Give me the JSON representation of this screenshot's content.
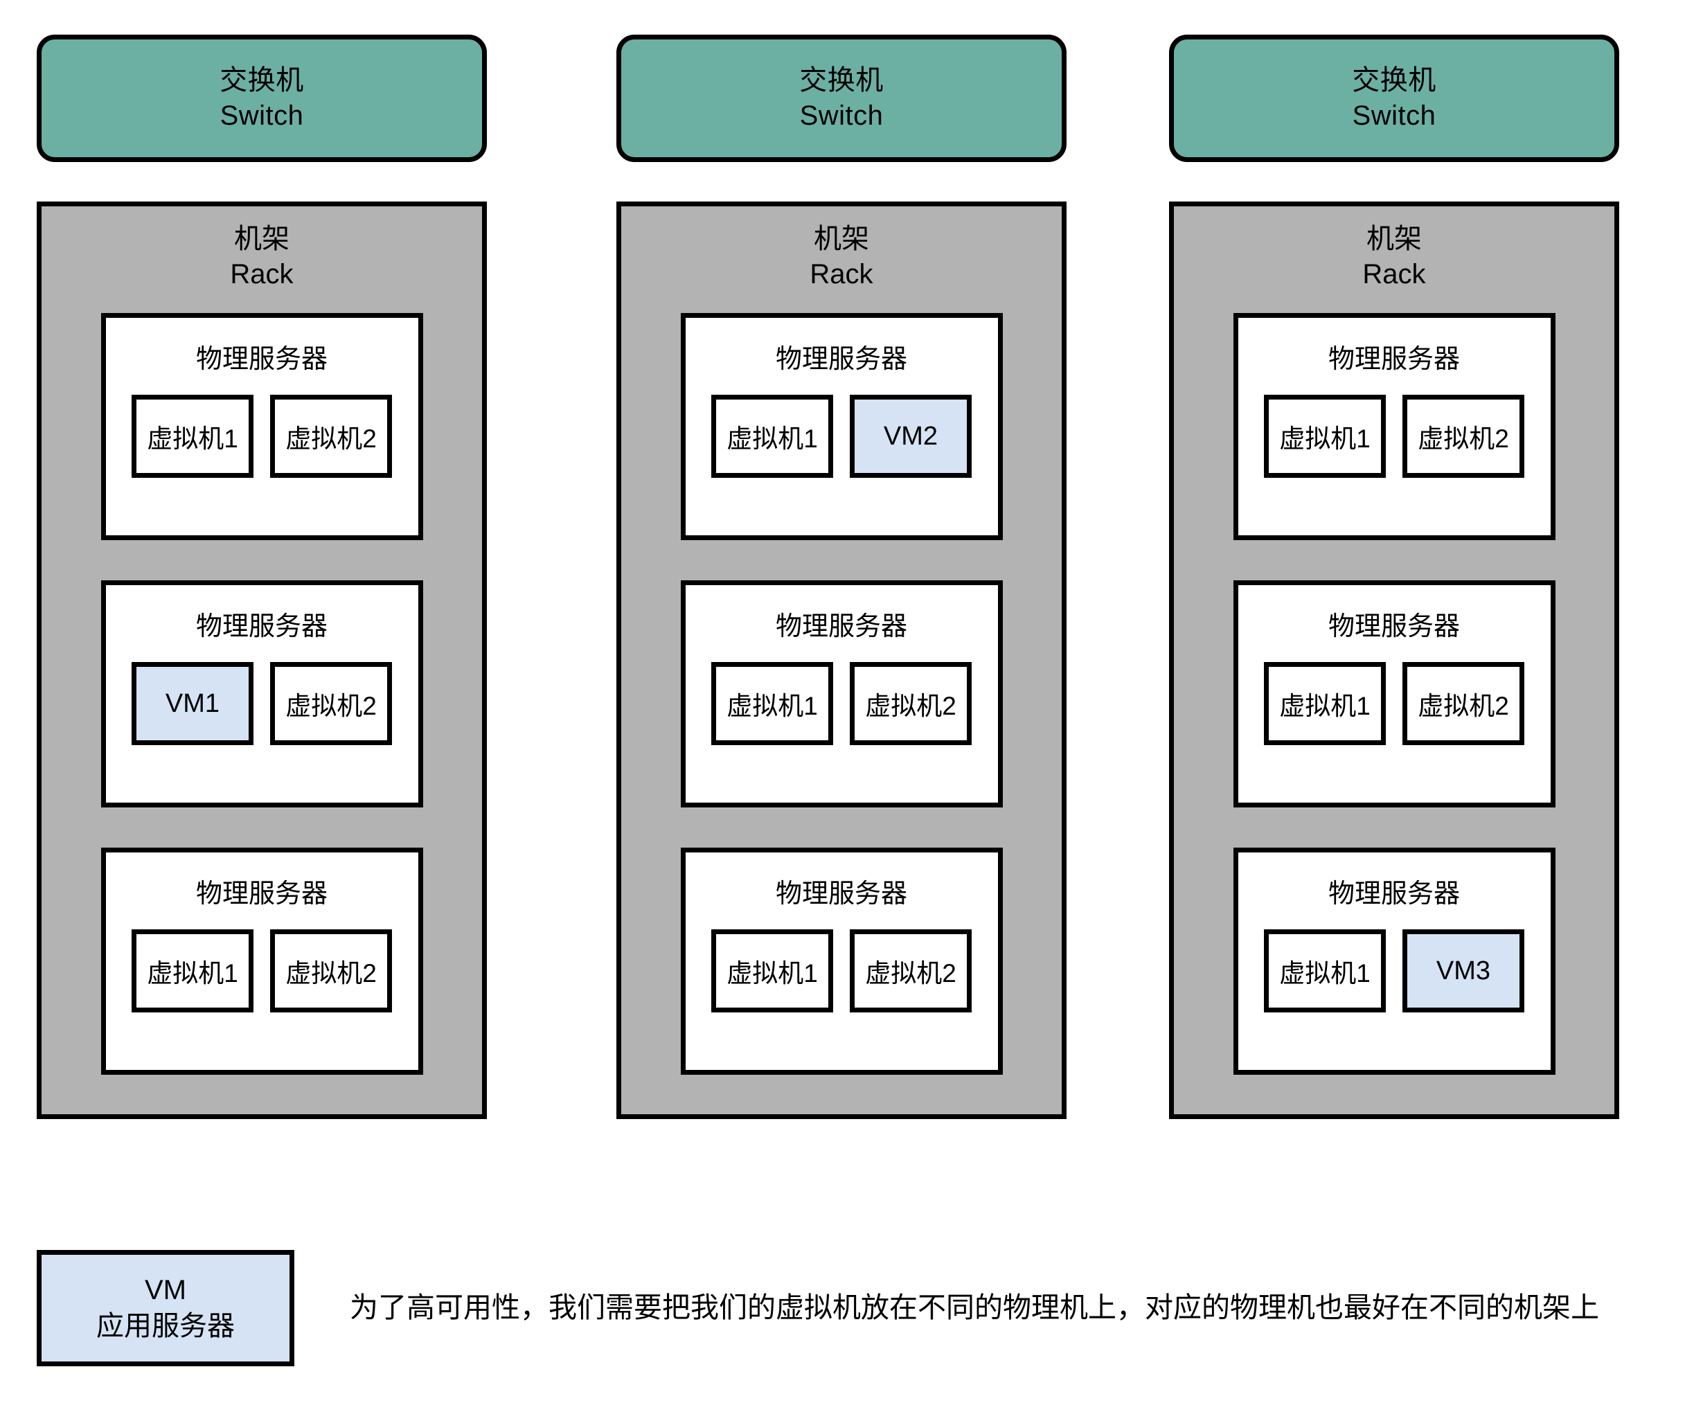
{
  "diagram": {
    "title_implicit": "",
    "colors": {
      "switch_fill": "#6cb0a4",
      "rack_fill": "#b3b3b3",
      "server_fill": "#ffffff",
      "vm_highlight_fill": "#d6e3f5",
      "stroke": "#000000",
      "background": "#ffffff"
    },
    "columns": [
      {
        "switch": {
          "line1": "交换机",
          "line2": "Switch"
        },
        "rack": {
          "line1": "机架",
          "line2": "Rack"
        },
        "servers": [
          {
            "title": "物理服务器",
            "vms": [
              {
                "label": "虚拟机1",
                "highlight": false
              },
              {
                "label": "虚拟机2",
                "highlight": false
              }
            ]
          },
          {
            "title": "物理服务器",
            "vms": [
              {
                "label": "VM1",
                "highlight": true
              },
              {
                "label": "虚拟机2",
                "highlight": false
              }
            ]
          },
          {
            "title": "物理服务器",
            "vms": [
              {
                "label": "虚拟机1",
                "highlight": false
              },
              {
                "label": "虚拟机2",
                "highlight": false
              }
            ]
          }
        ]
      },
      {
        "switch": {
          "line1": "交换机",
          "line2": "Switch"
        },
        "rack": {
          "line1": "机架",
          "line2": "Rack"
        },
        "servers": [
          {
            "title": "物理服务器",
            "vms": [
              {
                "label": "虚拟机1",
                "highlight": false
              },
              {
                "label": "VM2",
                "highlight": true
              }
            ]
          },
          {
            "title": "物理服务器",
            "vms": [
              {
                "label": "虚拟机1",
                "highlight": false
              },
              {
                "label": "虚拟机2",
                "highlight": false
              }
            ]
          },
          {
            "title": "物理服务器",
            "vms": [
              {
                "label": "虚拟机1",
                "highlight": false
              },
              {
                "label": "虚拟机2",
                "highlight": false
              }
            ]
          }
        ]
      },
      {
        "switch": {
          "line1": "交换机",
          "line2": "Switch"
        },
        "rack": {
          "line1": "机架",
          "line2": "Rack"
        },
        "servers": [
          {
            "title": "物理服务器",
            "vms": [
              {
                "label": "虚拟机1",
                "highlight": false
              },
              {
                "label": "虚拟机2",
                "highlight": false
              }
            ]
          },
          {
            "title": "物理服务器",
            "vms": [
              {
                "label": "虚拟机1",
                "highlight": false
              },
              {
                "label": "虚拟机2",
                "highlight": false
              }
            ]
          },
          {
            "title": "物理服务器",
            "vms": [
              {
                "label": "虚拟机1",
                "highlight": false
              },
              {
                "label": "VM3",
                "highlight": true
              }
            ]
          }
        ]
      }
    ],
    "legend": {
      "line1": "VM",
      "line2": "应用服务器"
    },
    "caption": "为了高可用性，我们需要把我们的虚拟机放在不同的物理机上，对应的物理机也最好在不同的机架上"
  }
}
